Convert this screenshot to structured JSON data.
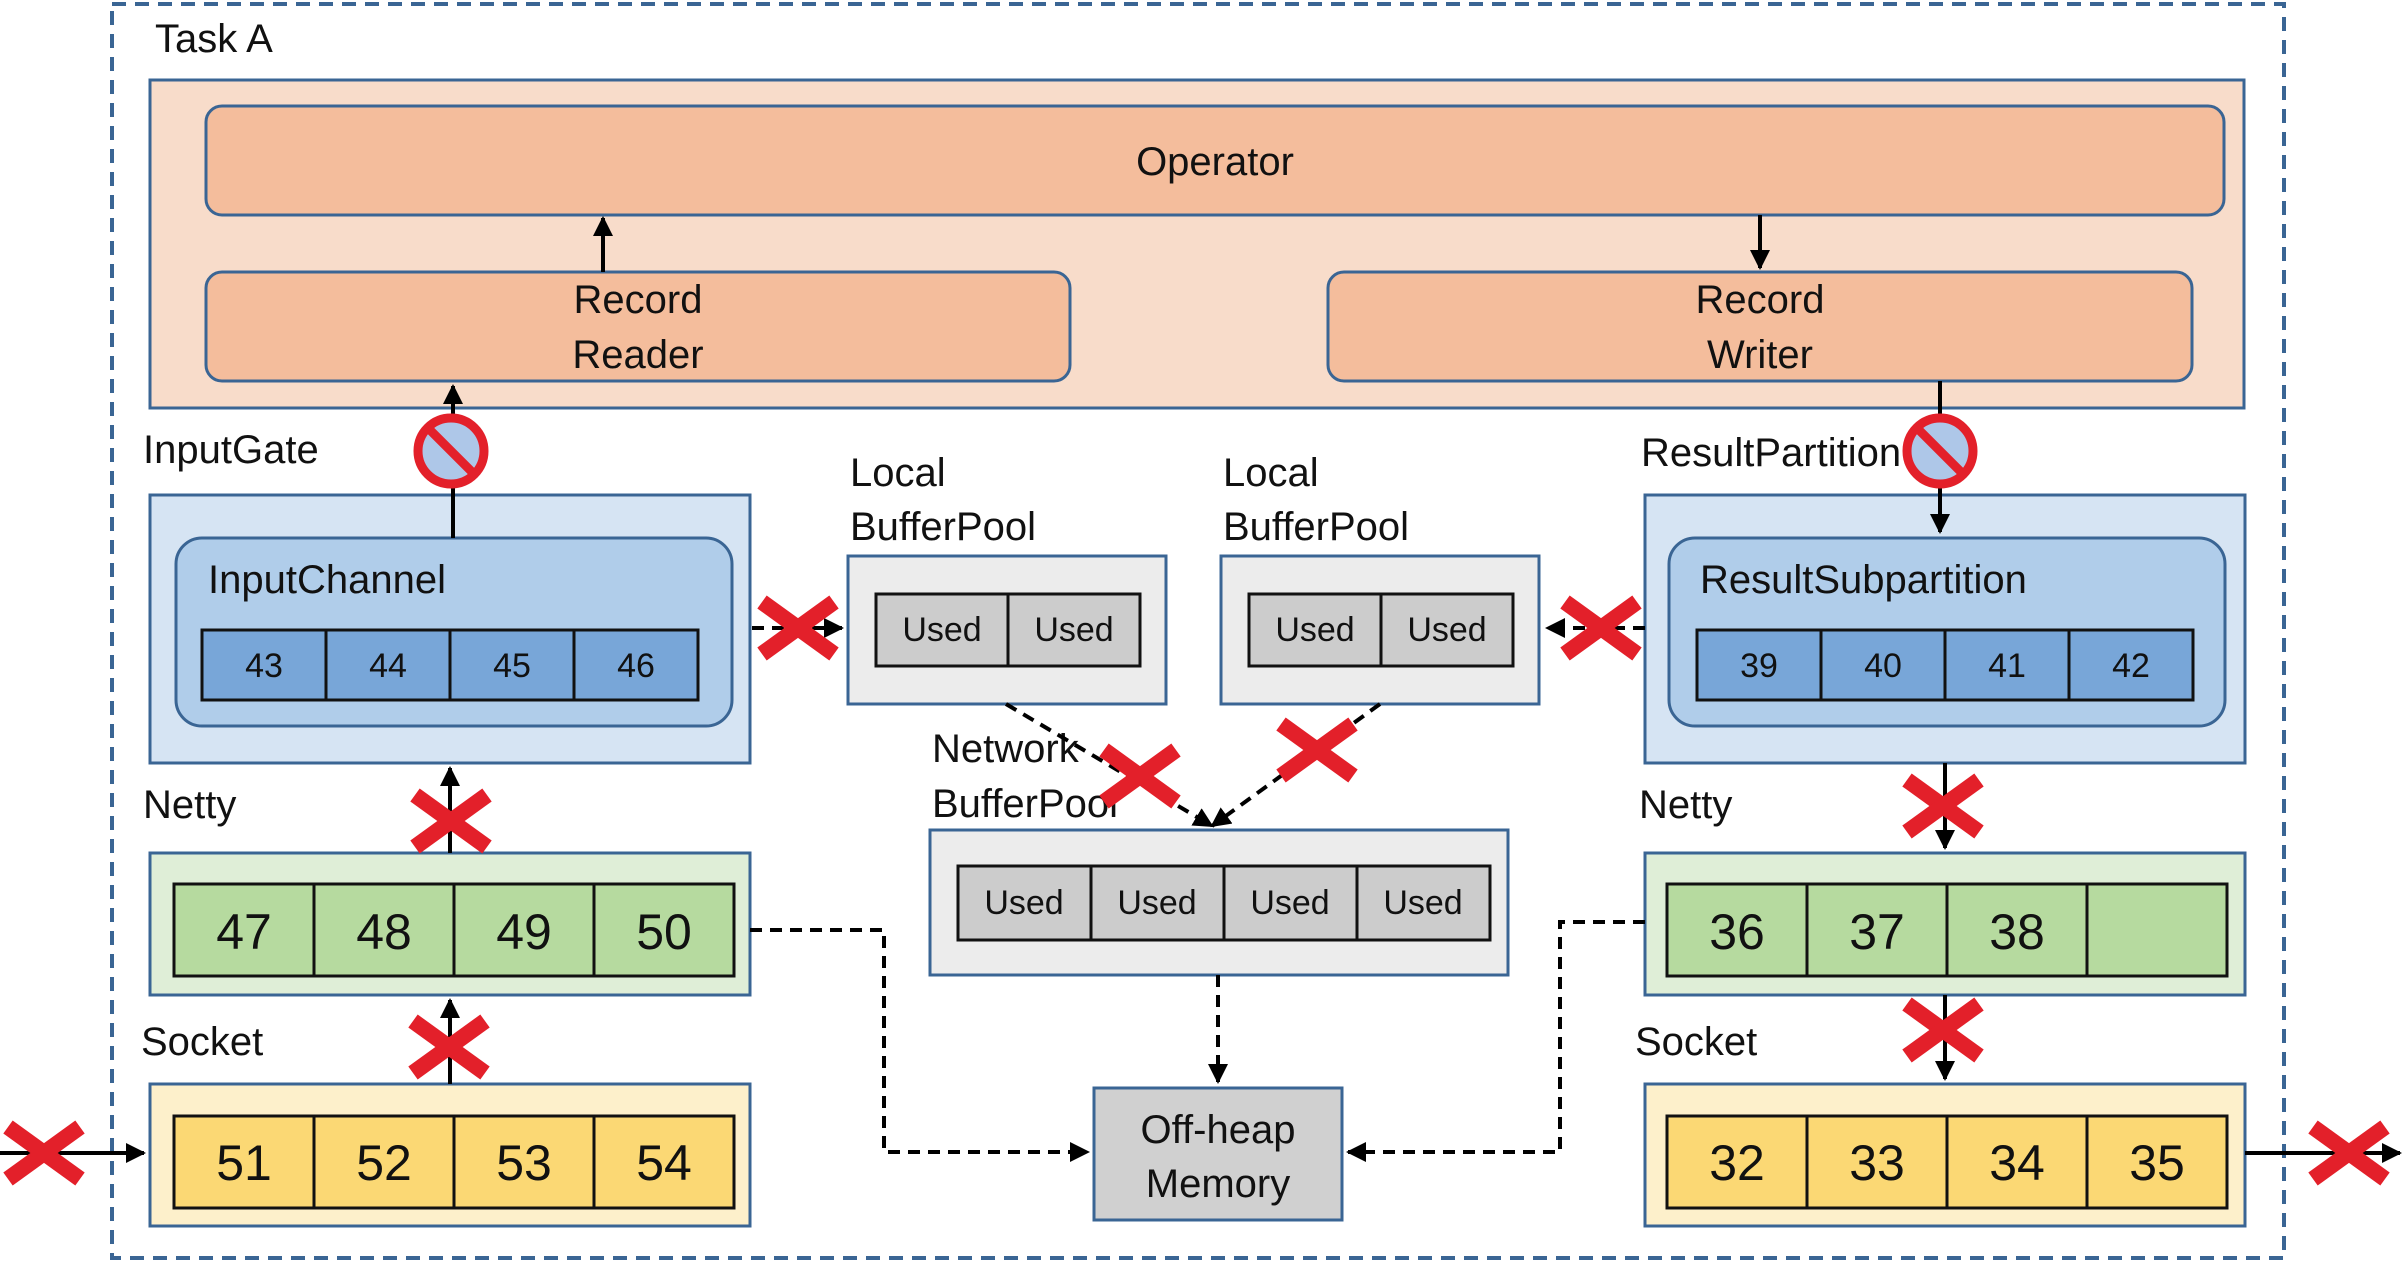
{
  "task": {
    "title": "Task A"
  },
  "operator": {
    "label": "Operator"
  },
  "record_reader": {
    "line1": "Record",
    "line2": "Reader"
  },
  "record_writer": {
    "line1": "Record",
    "line2": "Writer"
  },
  "input_gate": {
    "title": "InputGate",
    "channel_title": "InputChannel",
    "buffers": [
      "43",
      "44",
      "45",
      "46"
    ]
  },
  "result_partition": {
    "title": "ResultPartition",
    "subpartition_title": "ResultSubpartition",
    "buffers": [
      "39",
      "40",
      "41",
      "42"
    ]
  },
  "local_pool_left": {
    "line1": "Local",
    "line2": "BufferPool",
    "segments": [
      "Used",
      "Used"
    ]
  },
  "local_pool_right": {
    "line1": "Local",
    "line2": "BufferPool",
    "segments": [
      "Used",
      "Used"
    ]
  },
  "network_pool": {
    "line1": "Network",
    "line2": "BufferPool",
    "segments": [
      "Used",
      "Used",
      "Used",
      "Used"
    ]
  },
  "netty_left": {
    "title": "Netty",
    "buffers": [
      "47",
      "48",
      "49",
      "50"
    ]
  },
  "netty_right": {
    "title": "Netty",
    "buffers": [
      "36",
      "37",
      "38",
      ""
    ]
  },
  "socket_left": {
    "title": "Socket",
    "buffers": [
      "51",
      "52",
      "53",
      "54"
    ]
  },
  "socket_right": {
    "title": "Socket",
    "buffers": [
      "32",
      "33",
      "34",
      "35"
    ]
  },
  "offheap": {
    "line1": "Off-",
    "line1b": "heap",
    "line2": "Memory"
  },
  "colors": {
    "task_border": "#3a6594",
    "operator_bg": "#f8dcca",
    "operator_box": "#f4bd9c",
    "blue_outer": "#d6e4f3",
    "blue_inner": "#b0cdea",
    "blue_cell": "#78a6d8",
    "green_outer": "#dfeed7",
    "green_cell": "#b6da9f",
    "yellow_outer": "#fdf0cb",
    "yellow_cell": "#fbd874",
    "gray_outer": "#ececec",
    "gray_cell": "#cccccc",
    "cross": "#e3202a"
  }
}
